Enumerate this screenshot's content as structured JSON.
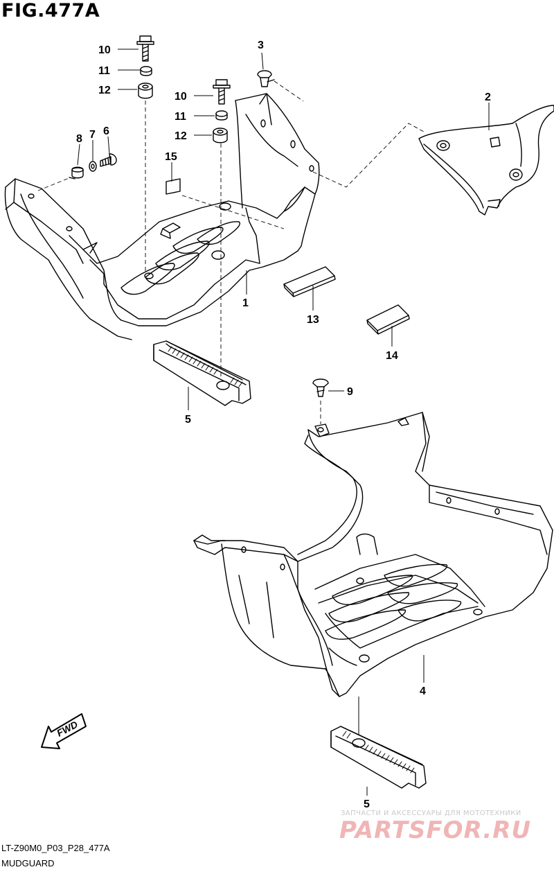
{
  "figure": {
    "title": "FIG.477A",
    "code": "LT-Z90M0_P03_P28_477A",
    "section": "MUDGUARD"
  },
  "fwd_label": "FWD",
  "watermark": {
    "tagline": "ЗАПЧАСТИ И АКСЕССУАРЫ ДЛЯ МОТОТЕХНИКИ",
    "brand": "PARTSFOR.RU"
  },
  "callouts": [
    {
      "id": "c10a",
      "label": "10"
    },
    {
      "id": "c11a",
      "label": "11"
    },
    {
      "id": "c12a",
      "label": "12"
    },
    {
      "id": "c3",
      "label": "3"
    },
    {
      "id": "c10b",
      "label": "10"
    },
    {
      "id": "c11b",
      "label": "11"
    },
    {
      "id": "c12b",
      "label": "12"
    },
    {
      "id": "c2",
      "label": "2"
    },
    {
      "id": "c8",
      "label": "8"
    },
    {
      "id": "c7",
      "label": "7"
    },
    {
      "id": "c6",
      "label": "6"
    },
    {
      "id": "c15",
      "label": "15"
    },
    {
      "id": "c1",
      "label": "1"
    },
    {
      "id": "c13",
      "label": "13"
    },
    {
      "id": "c14",
      "label": "14"
    },
    {
      "id": "c5a",
      "label": "5"
    },
    {
      "id": "c9",
      "label": "9"
    },
    {
      "id": "c4",
      "label": "4"
    },
    {
      "id": "c5b",
      "label": "5"
    }
  ]
}
